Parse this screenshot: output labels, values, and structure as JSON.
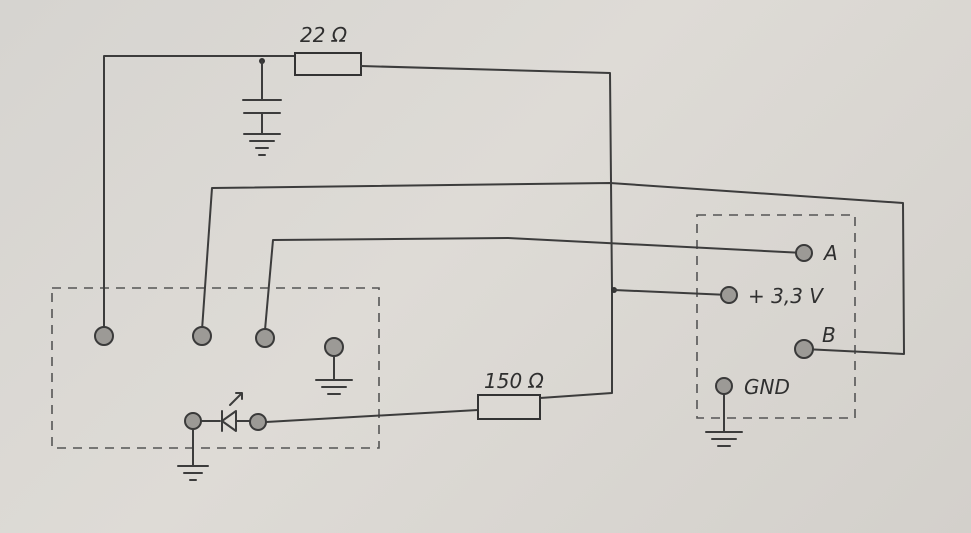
{
  "labels": {
    "resistor_top": "22 Ω",
    "resistor_bottom": "150 Ω",
    "pin_a": "A",
    "pin_power": "+ 3,3 V",
    "pin_b": "B",
    "pin_gnd": "GND"
  }
}
